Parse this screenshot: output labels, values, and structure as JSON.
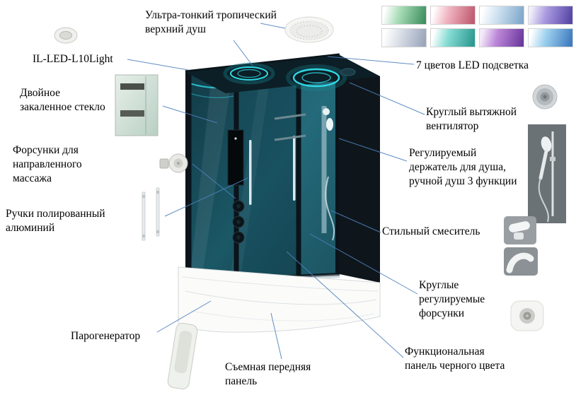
{
  "callouts": {
    "top_shower": {
      "text": "Ультра-тонкий тропический\nверхний душ"
    },
    "led_model": {
      "text": "IL-LED-L10Light"
    },
    "double_glass": {
      "text": "Двойное\nзакаленное стекло"
    },
    "massage_jets": {
      "text": "Форсунки для\nнаправленного\nмассажа"
    },
    "handles": {
      "text": "Ручки полированный\nалюминий"
    },
    "steam_generator": {
      "text": "Парогенератор"
    },
    "removable_panel": {
      "text": "Съемная передняя\nпанель"
    },
    "led_colors": {
      "text": "7 цветов LED подсветка"
    },
    "fan": {
      "text": "Круглый вытяжной\nвентилятор"
    },
    "shower_holder": {
      "text": "Регулируемый\nдержатель для душа,\nручной душ 3 функции"
    },
    "mixer": {
      "text": "Стильный смеситель"
    },
    "round_jets": {
      "text": "Круглые\nрегулируемые\nфорсунки"
    },
    "black_panel": {
      "text": "Функциональная\nпанель черного цвета"
    }
  },
  "led_swatches": {
    "count": 8,
    "colors": [
      {
        "name": "green",
        "hex": "#3f9160"
      },
      {
        "name": "red-pink",
        "hex": "#c05a70"
      },
      {
        "name": "white-blue",
        "hex": "#7fa8cc"
      },
      {
        "name": "purple",
        "hex": "#5646a6"
      },
      {
        "name": "white-multi",
        "hex": "#9aa6bc"
      },
      {
        "name": "teal",
        "hex": "#2c9a92"
      },
      {
        "name": "violet",
        "hex": "#6c3a9e"
      },
      {
        "name": "blue",
        "hex": "#3f7cc0"
      }
    ]
  },
  "style": {
    "callout_line_color": "#4f81bd",
    "led_glow_color": "#2fd8e4",
    "cabin_glass_color": "#1b5866"
  }
}
